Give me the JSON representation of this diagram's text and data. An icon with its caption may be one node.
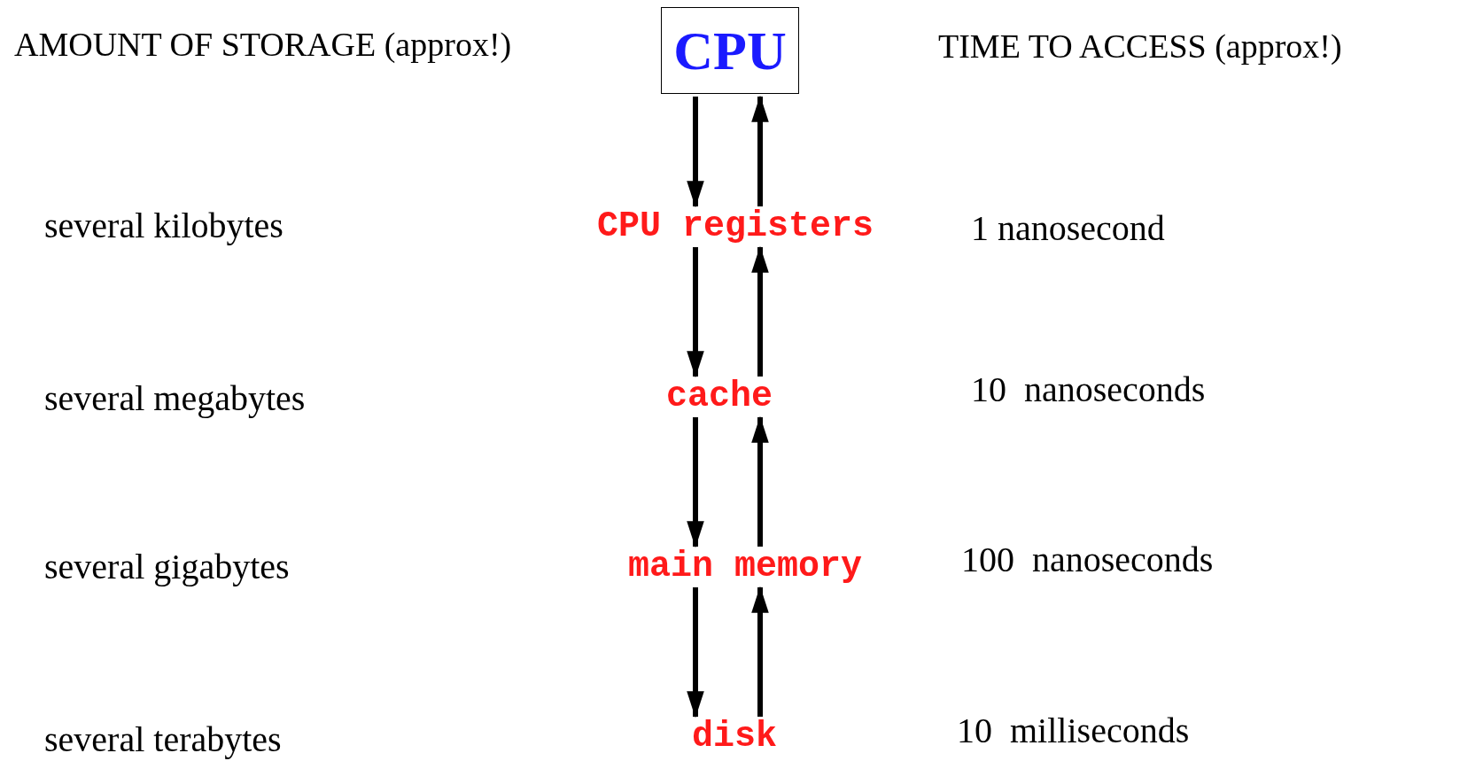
{
  "diagram": {
    "nodes": [
      {
        "text": [
          "CPU"
        ]
      },
      {
        "text": [
          "CPU registers"
        ]
      },
      {
        "text": [
          "cache"
        ]
      },
      {
        "text": [
          "main memory"
        ]
      },
      {
        "text": [
          "disk"
        ]
      }
    ],
    "edges": [
      {
        "from": 0,
        "to": 1,
        "arrow": "to"
      },
      {
        "from": 1,
        "to": 0,
        "arrow": "to"
      },
      {
        "from": 1,
        "to": 2,
        "arrow": "to"
      },
      {
        "from": 2,
        "to": 1,
        "arrow": "to"
      },
      {
        "from": 2,
        "to": 3,
        "arrow": "to"
      },
      {
        "from": 3,
        "to": 2,
        "arrow": "to"
      },
      {
        "from": 3,
        "to": 4,
        "arrow": "to"
      },
      {
        "from": 4,
        "to": 3,
        "arrow": "to"
      }
    ],
    "labels": [
      "AMOUNT OF STORAGE (approx!)",
      "TIME TO ACCESS (approx!)",
      "several kilobytes",
      "1 nanosecond",
      "several megabytes",
      "10  nanoseconds",
      "several gigabytes",
      "100  nanoseconds",
      "several terabytes",
      "10  milliseconds"
    ]
  }
}
